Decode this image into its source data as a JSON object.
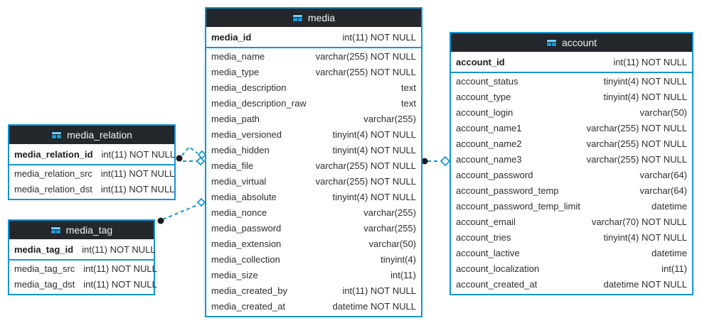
{
  "diagram": {
    "colors": {
      "accent_blue": "#1295d2",
      "header_bg": "#24282c",
      "header_text": "#f2f2f2",
      "row_text": "#2d2d2d",
      "dot_color": "#1a1a1a",
      "canvas_bg": "#ffffff"
    },
    "tables": [
      {
        "title": "media_relation",
        "icon": "table-grid-icon",
        "pk": {
          "name": "media_relation_id",
          "type": "int(11) NOT NULL"
        },
        "columns": [
          {
            "name": "media_relation_src",
            "type": "int(11) NOT NULL"
          },
          {
            "name": "media_relation_dst",
            "type": "int(11) NOT NULL"
          }
        ]
      },
      {
        "title": "media_tag",
        "icon": "table-grid-icon",
        "pk": {
          "name": "media_tag_id",
          "type": "int(11) NOT NULL"
        },
        "columns": [
          {
            "name": "media_tag_src",
            "type": "int(11) NOT NULL"
          },
          {
            "name": "media_tag_dst",
            "type": "int(11) NOT NULL"
          }
        ]
      },
      {
        "title": "media",
        "icon": "table-grid-icon",
        "pk": {
          "name": "media_id",
          "type": "int(11) NOT NULL"
        },
        "columns": [
          {
            "name": "media_name",
            "type": "varchar(255) NOT NULL"
          },
          {
            "name": "media_type",
            "type": "varchar(255) NOT NULL"
          },
          {
            "name": "media_description",
            "type": "text"
          },
          {
            "name": "media_description_raw",
            "type": "text"
          },
          {
            "name": "media_path",
            "type": "varchar(255)"
          },
          {
            "name": "media_versioned",
            "type": "tinyint(4) NOT NULL"
          },
          {
            "name": "media_hidden",
            "type": "tinyint(4) NOT NULL"
          },
          {
            "name": "media_file",
            "type": "varchar(255) NOT NULL"
          },
          {
            "name": "media_virtual",
            "type": "varchar(255) NOT NULL"
          },
          {
            "name": "media_absolute",
            "type": "tinyint(4) NOT NULL"
          },
          {
            "name": "media_nonce",
            "type": "varchar(255)"
          },
          {
            "name": "media_password",
            "type": "varchar(255)"
          },
          {
            "name": "media_extension",
            "type": "varchar(50)"
          },
          {
            "name": "media_collection",
            "type": "tinyint(4)"
          },
          {
            "name": "media_size",
            "type": "int(11)"
          },
          {
            "name": "media_created_by",
            "type": "int(11) NOT NULL"
          },
          {
            "name": "media_created_at",
            "type": "datetime NOT NULL"
          }
        ]
      },
      {
        "title": "account",
        "icon": "table-grid-icon",
        "pk": {
          "name": "account_id",
          "type": "int(11) NOT NULL"
        },
        "columns": [
          {
            "name": "account_status",
            "type": "tinyint(4) NOT NULL"
          },
          {
            "name": "account_type",
            "type": "tinyint(4) NOT NULL"
          },
          {
            "name": "account_login",
            "type": "varchar(50)"
          },
          {
            "name": "account_name1",
            "type": "varchar(255) NOT NULL"
          },
          {
            "name": "account_name2",
            "type": "varchar(255) NOT NULL"
          },
          {
            "name": "account_name3",
            "type": "varchar(255) NOT NULL"
          },
          {
            "name": "account_password",
            "type": "varchar(64)"
          },
          {
            "name": "account_password_temp",
            "type": "varchar(64)"
          },
          {
            "name": "account_password_temp_limit",
            "type": "datetime"
          },
          {
            "name": "account_email",
            "type": "varchar(70) NOT NULL"
          },
          {
            "name": "account_tries",
            "type": "tinyint(4) NOT NULL"
          },
          {
            "name": "account_lactive",
            "type": "datetime"
          },
          {
            "name": "account_localization",
            "type": "int(11)"
          },
          {
            "name": "account_created_at",
            "type": "datetime NOT NULL"
          }
        ]
      }
    ],
    "relationships": [
      {
        "from": "media_relation",
        "to": "media",
        "line_style": "dashed",
        "from_marker": "filled-dot",
        "to_marker": "open-diamond",
        "branches": 2
      },
      {
        "from": "media_tag",
        "to": "media",
        "line_style": "dashed",
        "from_marker": "filled-dot",
        "to_marker": "open-diamond",
        "branches": 1
      },
      {
        "from": "media",
        "to": "account",
        "line_style": "dashed",
        "from_marker": "filled-dot",
        "to_marker": "open-diamond",
        "branches": 1
      }
    ]
  }
}
